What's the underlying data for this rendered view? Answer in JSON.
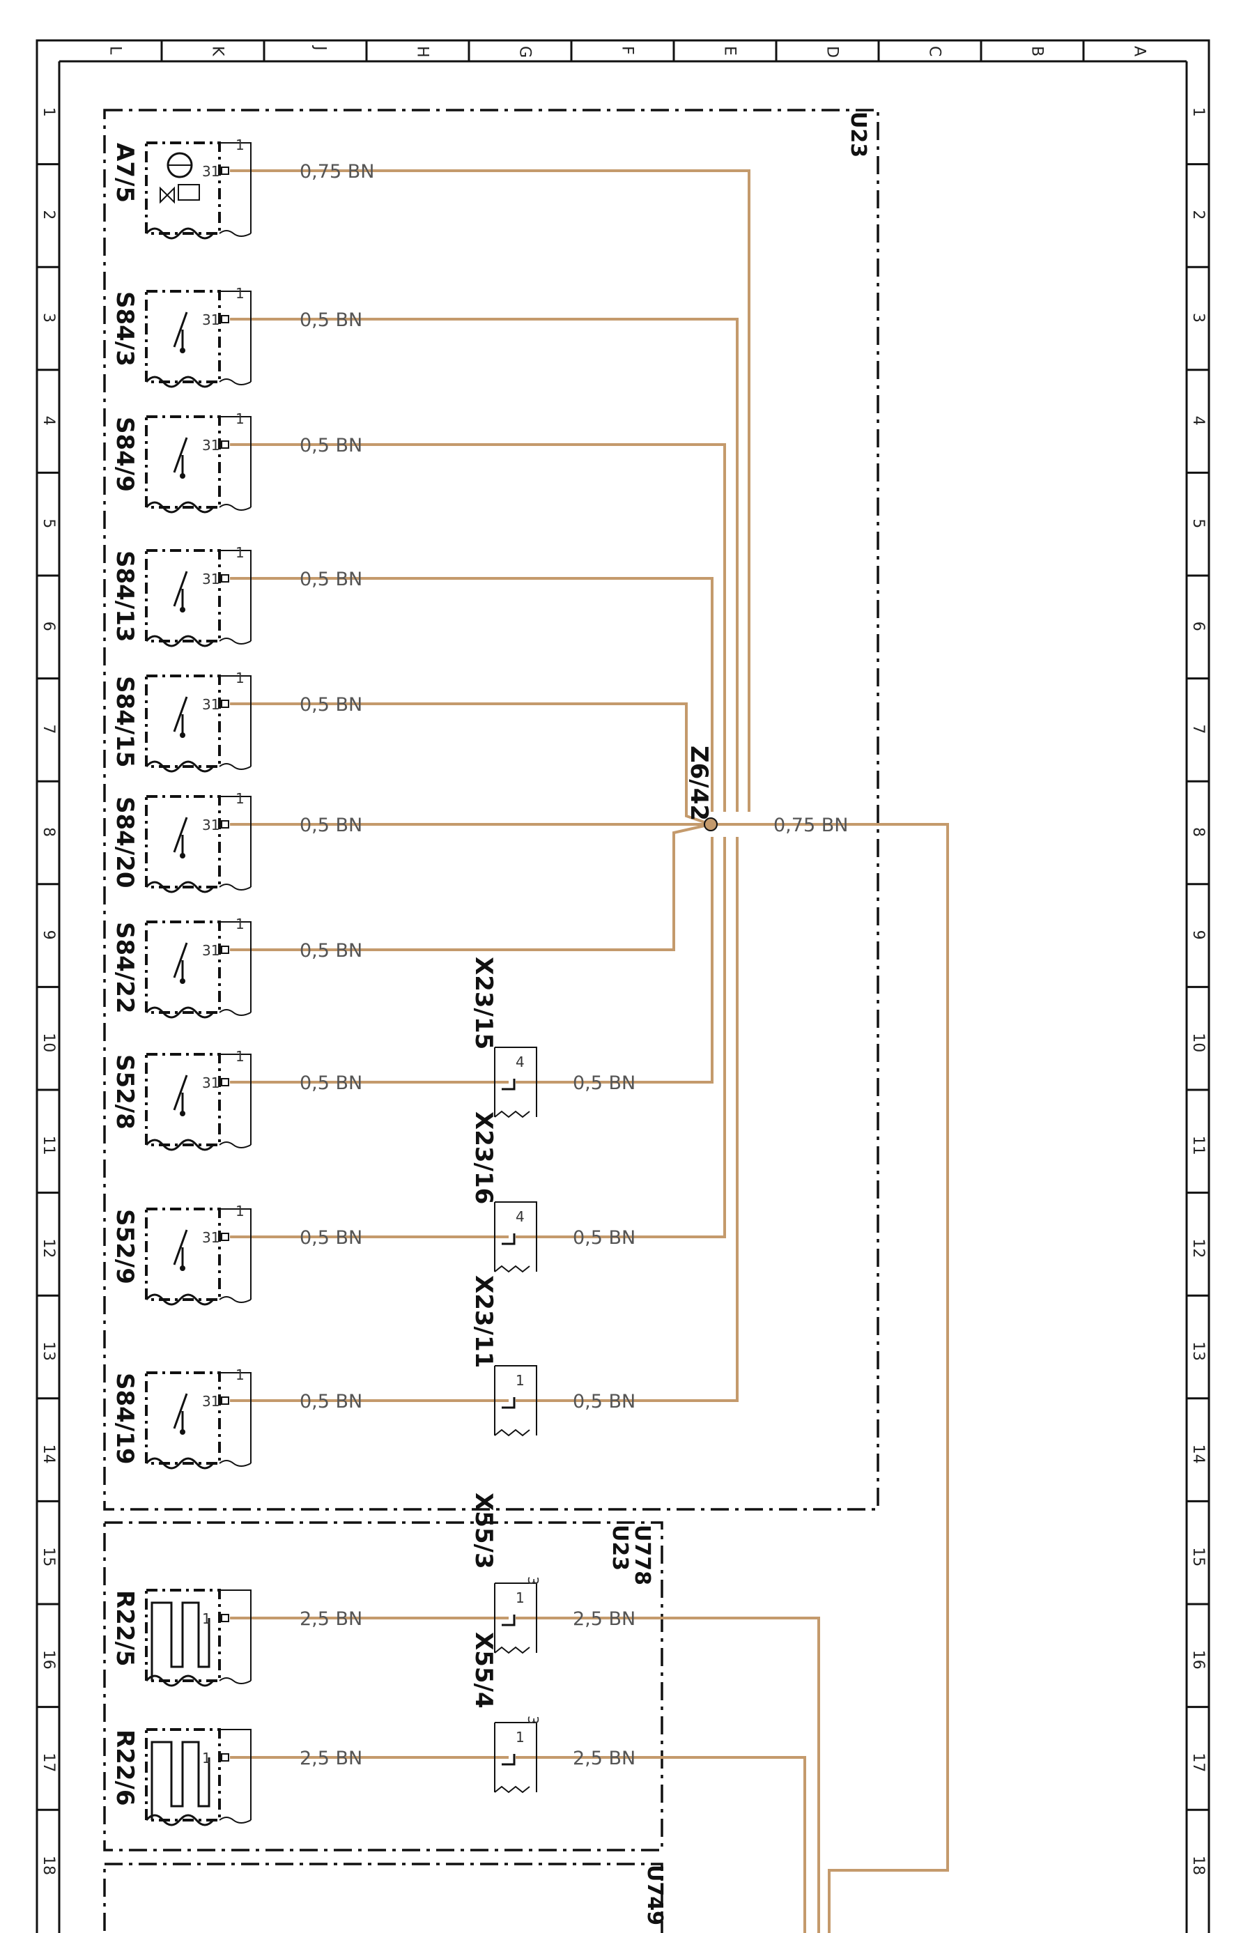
{
  "grid": {
    "columns": [
      "L",
      "K",
      "J",
      "H",
      "G",
      "F",
      "E",
      "D",
      "C",
      "B",
      "A"
    ],
    "rows": [
      "1",
      "2",
      "3",
      "4",
      "5",
      "6",
      "7",
      "8",
      "9",
      "10",
      "11",
      "12",
      "13",
      "14",
      "15",
      "16",
      "17",
      "18"
    ]
  },
  "groups": [
    {
      "labels": [
        "U23"
      ]
    },
    {
      "labels": [
        "U23",
        "U778"
      ]
    },
    {
      "labels": [
        "U749"
      ]
    }
  ],
  "splice": {
    "label": "Z6/42",
    "out_wire": "0,75 BN"
  },
  "components": [
    {
      "name": "A7/5",
      "type": "valve",
      "pin": "31",
      "connector_pin": "1",
      "wire": "0,75 BN"
    },
    {
      "name": "S84/3",
      "type": "switch",
      "pin": "31",
      "connector_pin": "1",
      "wire": "0,5 BN"
    },
    {
      "name": "S84/9",
      "type": "switch",
      "pin": "31",
      "connector_pin": "1",
      "wire": "0,5 BN"
    },
    {
      "name": "S84/13",
      "type": "switch",
      "pin": "31",
      "connector_pin": "1",
      "wire": "0,5 BN"
    },
    {
      "name": "S84/15",
      "type": "switch",
      "pin": "31",
      "connector_pin": "1",
      "wire": "0,5 BN"
    },
    {
      "name": "S84/20",
      "type": "switch",
      "pin": "31",
      "connector_pin": "1",
      "wire": "0,5 BN"
    },
    {
      "name": "S84/22",
      "type": "switch",
      "pin": "31",
      "connector_pin": "1",
      "wire": "0,5 BN"
    },
    {
      "name": "S52/8",
      "type": "switch",
      "pin": "31",
      "connector_pin": "1",
      "wire": "0,5 BN",
      "connector": {
        "name": "X23/15",
        "pin": "4",
        "wire": "0,5 BN"
      }
    },
    {
      "name": "S52/9",
      "type": "switch",
      "pin": "31",
      "connector_pin": "1",
      "wire": "0,5 BN",
      "connector": {
        "name": "X23/16",
        "pin": "4",
        "wire": "0,5 BN"
      }
    },
    {
      "name": "S84/19",
      "type": "switch",
      "pin": "31",
      "connector_pin": "1",
      "wire": "0,5 BN",
      "connector": {
        "name": "X23/11",
        "pin": "1",
        "wire": "0,5 BN"
      }
    },
    {
      "name": "R22/5",
      "type": "heater",
      "pin": "1",
      "wire": "2,5 BN",
      "connector": {
        "name": "X55/3",
        "pin": "1",
        "top_pin": "3",
        "wire": "2,5 BN"
      }
    },
    {
      "name": "R22/6",
      "type": "heater",
      "pin": "1",
      "wire": "2,5 BN",
      "connector": {
        "name": "X55/4",
        "pin": "1",
        "top_pin": "3",
        "wire": "2,5 BN"
      }
    }
  ],
  "colors": {
    "wire": "#c49a6c",
    "frame": "#111111",
    "background": "#ffffff"
  }
}
